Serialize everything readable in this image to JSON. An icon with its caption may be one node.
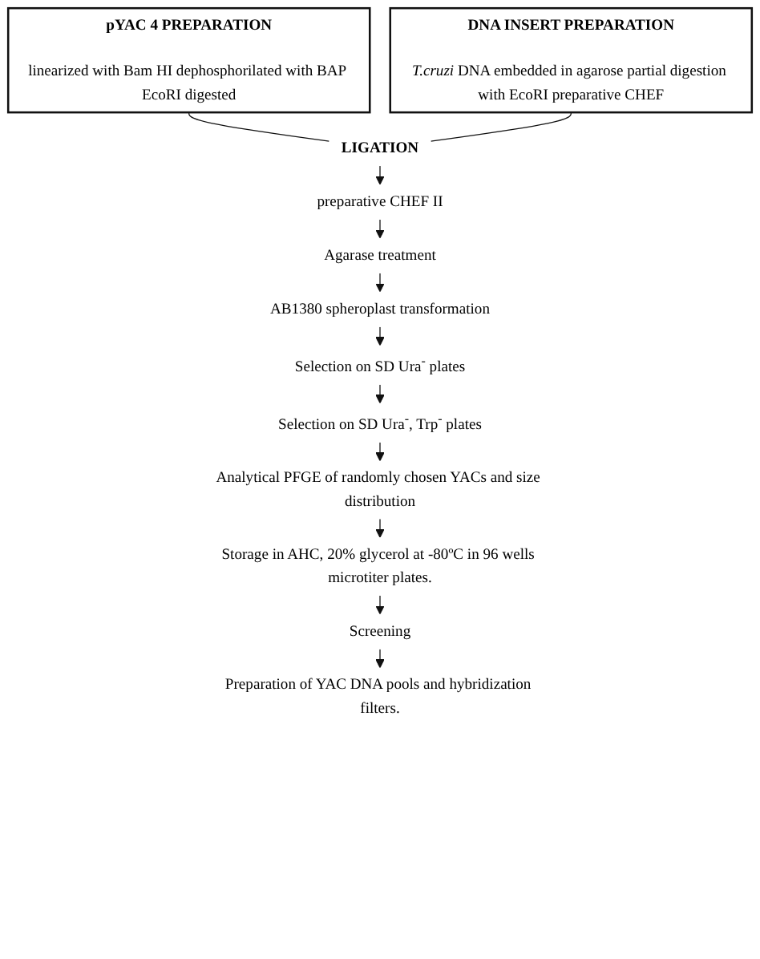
{
  "diagram": {
    "nodes": [
      {
        "text": [
          "pYAC 4 PREPARATION",
          "linearized with Bam HI dephosphorilated with BAP EcoRI digested"
        ]
      },
      {
        "text": [
          "DNA INSERT PREPARATION",
          "*T.cruzi* DNA embedded in agarose partial digestion with EcoRI preparative CHEF"
        ]
      },
      {
        "text": [
          "LIGATION"
        ]
      },
      {
        "text": [
          "preparative CHEF II"
        ]
      },
      {
        "text": [
          "Agarase treatment"
        ]
      },
      {
        "text": [
          "AB1380 spheroplast transformation"
        ]
      },
      {
        "text": [
          "Selection on SD Ura$^{-}$ plates"
        ]
      },
      {
        "text": [
          "Selection on SD Ura$^{-}$, Trp$^{-}$ plates"
        ]
      },
      {
        "text": [
          "Analytical PFGE of randomly chosen YACs and size distribution"
        ]
      },
      {
        "text": [
          "Storage in AHC, 20% glycerol at -80ºC in 96 wells microtiter plates."
        ]
      },
      {
        "text": [
          "Screening"
        ]
      },
      {
        "text": [
          "Preparation of YAC DNA pools and hybridization filters."
        ]
      }
    ],
    "edges": [
      {
        "from": 0,
        "to": 2,
        "arrow": "none"
      },
      {
        "from": 1,
        "to": 2,
        "arrow": "none"
      },
      {
        "from": 2,
        "to": 3,
        "arrow": "to"
      },
      {
        "from": 3,
        "to": 4,
        "arrow": "to"
      },
      {
        "from": 4,
        "to": 5,
        "arrow": "to"
      },
      {
        "from": 5,
        "to": 6,
        "arrow": "to"
      },
      {
        "from": 6,
        "to": 7,
        "arrow": "to"
      },
      {
        "from": 7,
        "to": 8,
        "arrow": "to"
      },
      {
        "from": 8,
        "to": 9,
        "arrow": "to"
      },
      {
        "from": 9,
        "to": 10,
        "arrow": "to"
      },
      {
        "from": 10,
        "to": 11,
        "arrow": "to"
      }
    ]
  }
}
